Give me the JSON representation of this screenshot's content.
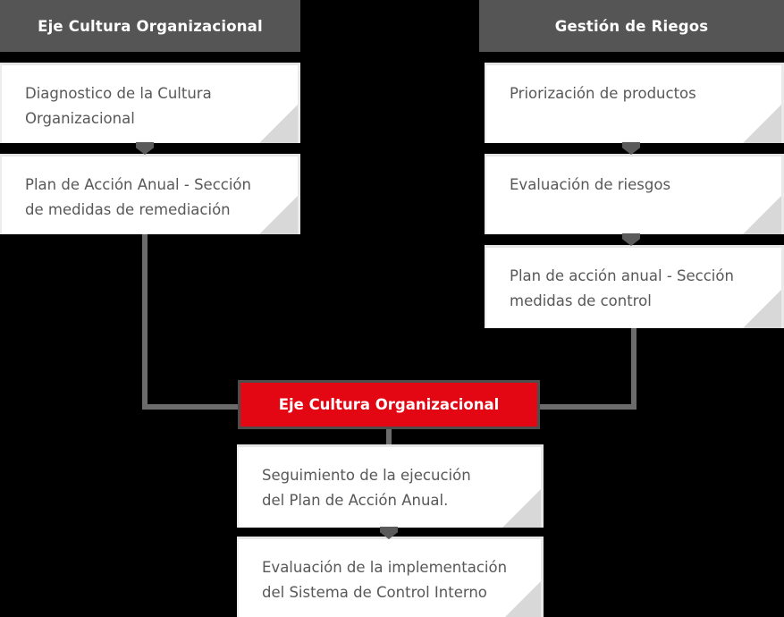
{
  "diagram": {
    "title_left": "Eje Cultura Organizacional",
    "title_right": "Gestión de Riegos",
    "accent_color": "#e30613",
    "header_color": "#555555",
    "connector_color": "#6b6b6b",
    "background_color": "#000000"
  },
  "columns": [
    {
      "header": "Eje Cultura Organizacional",
      "cards": [
        {
          "text": "Diagnostico de la Cultura\nOrganizacional"
        },
        {
          "text": "Plan de Acción Anual - Sección\nde medidas de remediación"
        }
      ]
    },
    {
      "header": "Gestión de Riegos",
      "cards": [
        {
          "text": "Priorización de productos"
        },
        {
          "text": "Evaluación de riesgos"
        },
        {
          "text": "Plan de acción anual - Sección\nmedidas de control"
        }
      ]
    }
  ],
  "center_node": {
    "label": "Eje Cultura Organizacional"
  },
  "bottom_cards": [
    {
      "text": "Seguimiento de la ejecución\ndel Plan  de Acción Anual."
    },
    {
      "text": "Evaluación de la implementación\ndel Sistema de Control Interno"
    }
  ]
}
